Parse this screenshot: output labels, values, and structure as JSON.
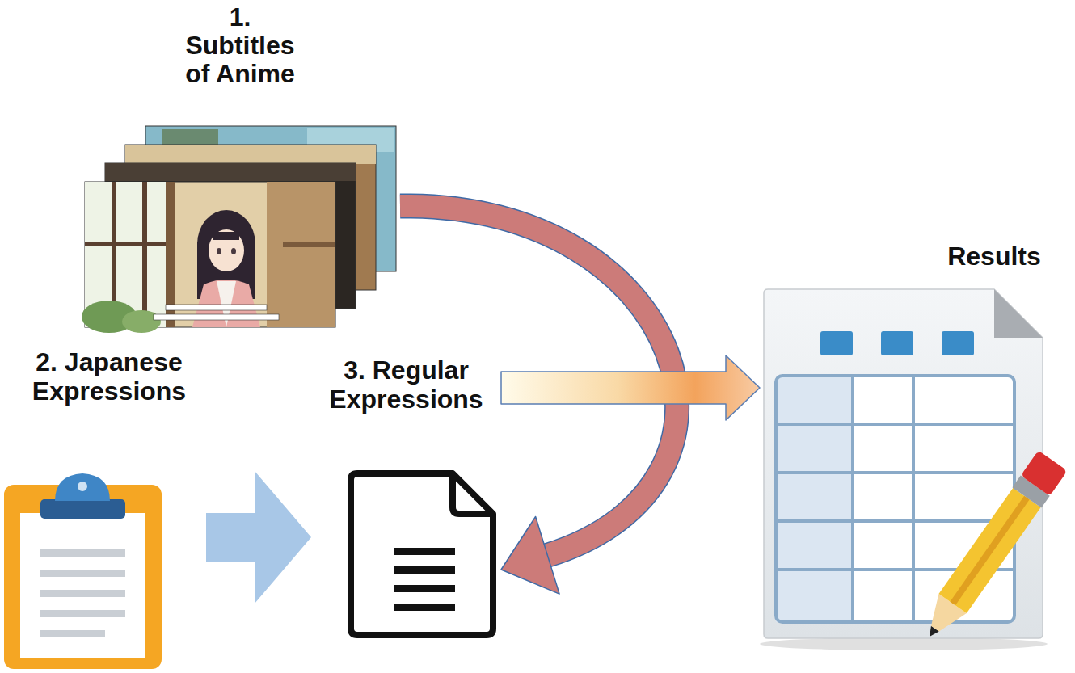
{
  "diagram": {
    "nodes": [
      {
        "text": [
          "1. Subtitles of Anime"
        ]
      },
      {
        "text": [
          "2. Japanese Expressions"
        ]
      },
      {
        "text": [
          "3. Regular Expressions"
        ]
      },
      {
        "text": [
          "Results"
        ]
      }
    ],
    "edges": [
      {
        "from": 1,
        "to": 2,
        "arrow": "to"
      },
      {
        "from": 0,
        "to": 2,
        "arrow": "to"
      },
      {
        "from": 2,
        "to": 3,
        "arrow": "to"
      }
    ]
  }
}
